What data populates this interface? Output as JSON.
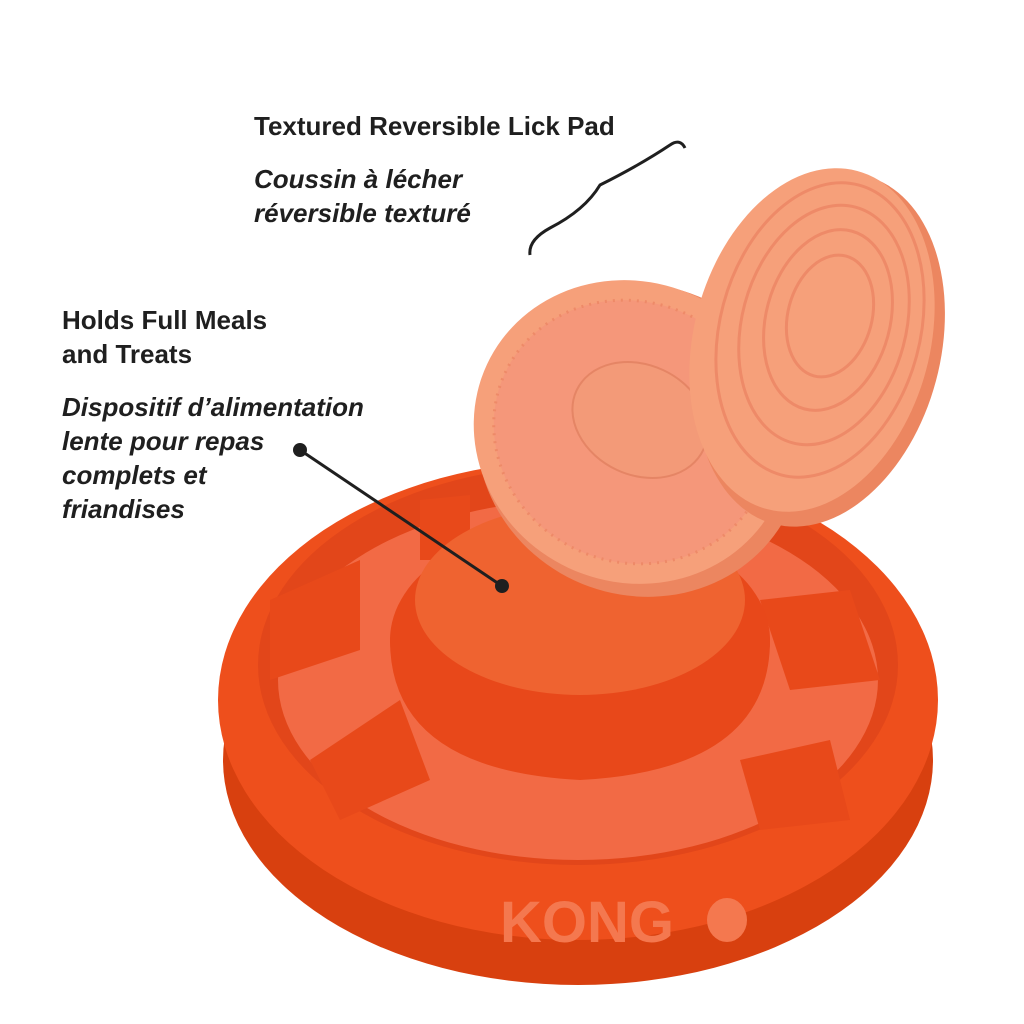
{
  "callouts": {
    "lick_pad": {
      "title": "Textured Reversible Lick Pad",
      "french_line1": "Coussin à lécher",
      "french_line2": "réversible texturé"
    },
    "bowl": {
      "title_line1": "Holds Full Meals",
      "title_line2": "and Treats",
      "french_line1": "Dispositif d’alimentation",
      "french_line2": "lente pour repas",
      "french_line3": "complets et",
      "french_line4": "friandises"
    }
  },
  "brand": "KONG",
  "colors": {
    "bowl": "#ee4f1c",
    "bowl_dark": "#d8400f",
    "pad": "#f6a07a",
    "pad_dark": "#ec8660",
    "text": "#1f1f1f"
  }
}
